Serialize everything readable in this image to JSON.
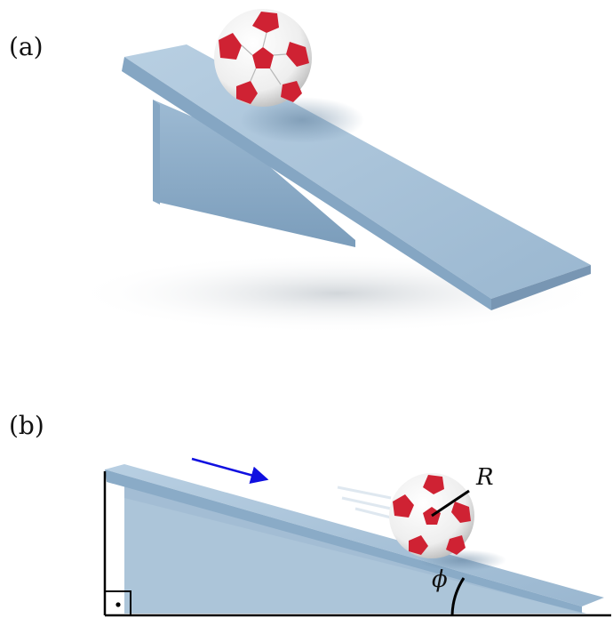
{
  "panels": {
    "a": {
      "label": "(a)"
    },
    "b": {
      "label": "(b)",
      "radius_symbol": "R",
      "angle_symbol": "ϕ"
    }
  },
  "colors": {
    "ramp_top": "#a9c3d9",
    "ramp_side": "#8fb0cc",
    "ramp_dark": "#6f93b2",
    "ball_red": "#cf2233",
    "arrow": "#1010e0",
    "lines": "#000000"
  },
  "icons": {
    "ball": "soccer-ball-icon",
    "direction": "arrow-right-down-icon",
    "right_angle": "right-angle-marker-icon"
  }
}
